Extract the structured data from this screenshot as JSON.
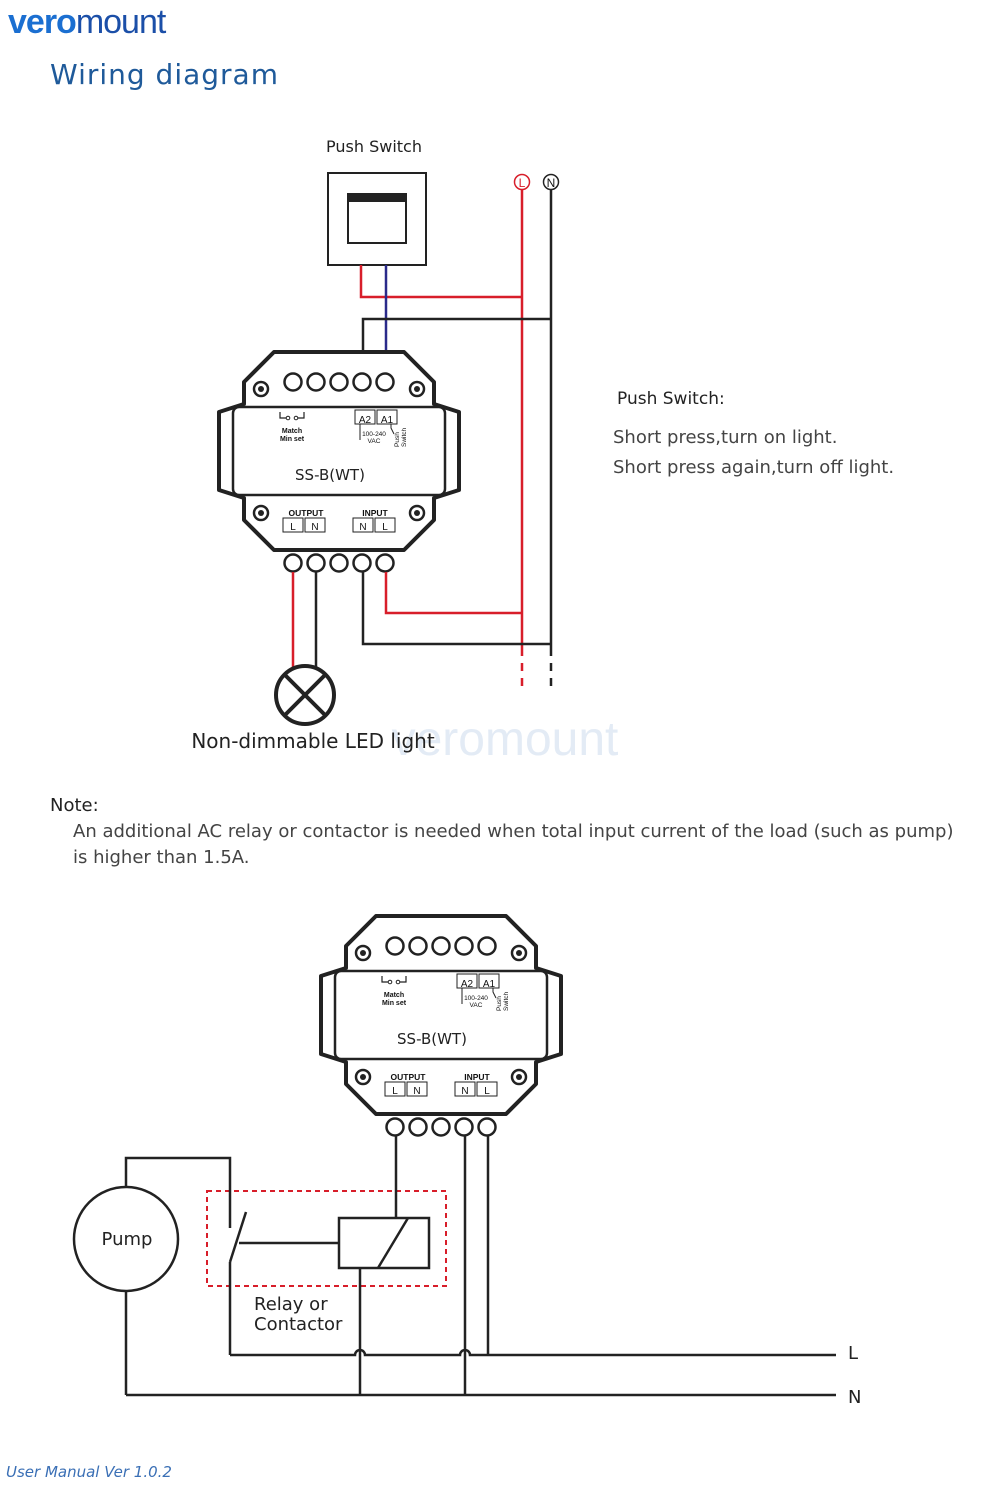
{
  "header": {
    "logo_part1": "vero",
    "logo_part2": "mount",
    "title": "Wiring diagram"
  },
  "diagram1": {
    "switch_label": "Push Switch",
    "line_L": "L",
    "line_N": "N",
    "device_model": "SS-B(WT)",
    "match_label": "Match",
    "minset_label": "Min set",
    "a2_label": "A2",
    "a1_label": "A1",
    "voltage_label1": "100-240",
    "voltage_label2": "VAC",
    "push_label": "Push",
    "switch_small_label": "Switch",
    "output_label": "OUTPUT",
    "output_L": "L",
    "output_N": "N",
    "input_label": "INPUT",
    "input_N": "N",
    "input_L": "L",
    "light_label": "Non-dimmable LED light",
    "watermark": "veromount"
  },
  "description": {
    "title": "Push Switch:",
    "lines": [
      "Short press,turn on light.",
      "Short press again,turn off light."
    ]
  },
  "note": {
    "label": "Note:",
    "lines": [
      "An additional AC relay or contactor is needed when total input current of the load (such as pump)",
      "is higher than 1.5A."
    ]
  },
  "diagram2": {
    "device_model": "SS-B(WT)",
    "match_label": "Match",
    "minset_label": "Min set",
    "a2_label": "A2",
    "a1_label": "A1",
    "voltage_label1": "100-240",
    "voltage_label2": "VAC",
    "push_label": "Push",
    "switch_small_label": "Switch",
    "output_label": "OUTPUT",
    "output_L": "L",
    "output_N": "N",
    "input_label": "INPUT",
    "input_N": "N",
    "input_L": "L",
    "pump_label": "Pump",
    "relay_label1": "Relay or",
    "relay_label2": "Contactor",
    "line_L": "L",
    "line_N": "N"
  },
  "footer": {
    "text": "User Manual Ver 1.0.2"
  },
  "colors": {
    "live": "#d81e2a",
    "neutral": "#222222",
    "switch_wire": "#2a2a8a",
    "title": "#1f5a9a"
  }
}
